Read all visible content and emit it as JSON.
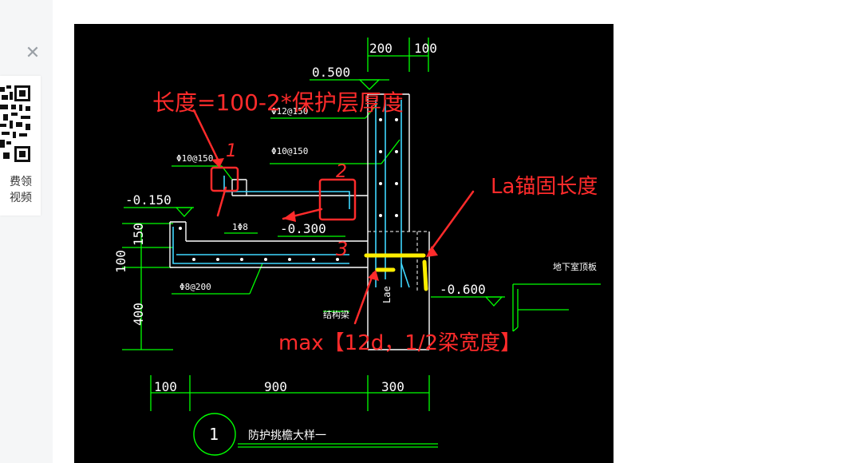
{
  "sidebar": {
    "close_glyph": "✕",
    "qr_promo": {
      "line1": "费领",
      "line2": "视频"
    }
  },
  "drawing": {
    "top_dims": [
      "200",
      "100"
    ],
    "elevations": [
      "0.500",
      "-0.150",
      "-0.300",
      "-0.600"
    ],
    "rebar_labels": [
      "Φ12@150",
      "Φ10@150",
      "Φ10@150",
      "1Φ8",
      "Φ8@200"
    ],
    "left_dims": [
      "150",
      "100",
      "400"
    ],
    "bottom_dims": [
      "100",
      "900",
      "300"
    ],
    "lae_label": "Lae",
    "beam_label": "结构梁",
    "slab_label": "地下室顶板",
    "detail_number": "1",
    "detail_title": "防护挑檐大样一"
  },
  "annotations": {
    "length_formula": "长度=100-2*保护层厚度",
    "anchor_length": "La锚固长度",
    "max_rule": "max【12d，1/2梁宽度】",
    "marks": [
      "1",
      "2",
      "3"
    ]
  },
  "colors": {
    "cad_background": "#000000",
    "cad_green": "#00ff00",
    "cad_cyan": "#3fd8ff",
    "cad_white": "#ffffff",
    "annotation_red": "#ff2b2b",
    "highlight_yellow": "#ffee00"
  }
}
